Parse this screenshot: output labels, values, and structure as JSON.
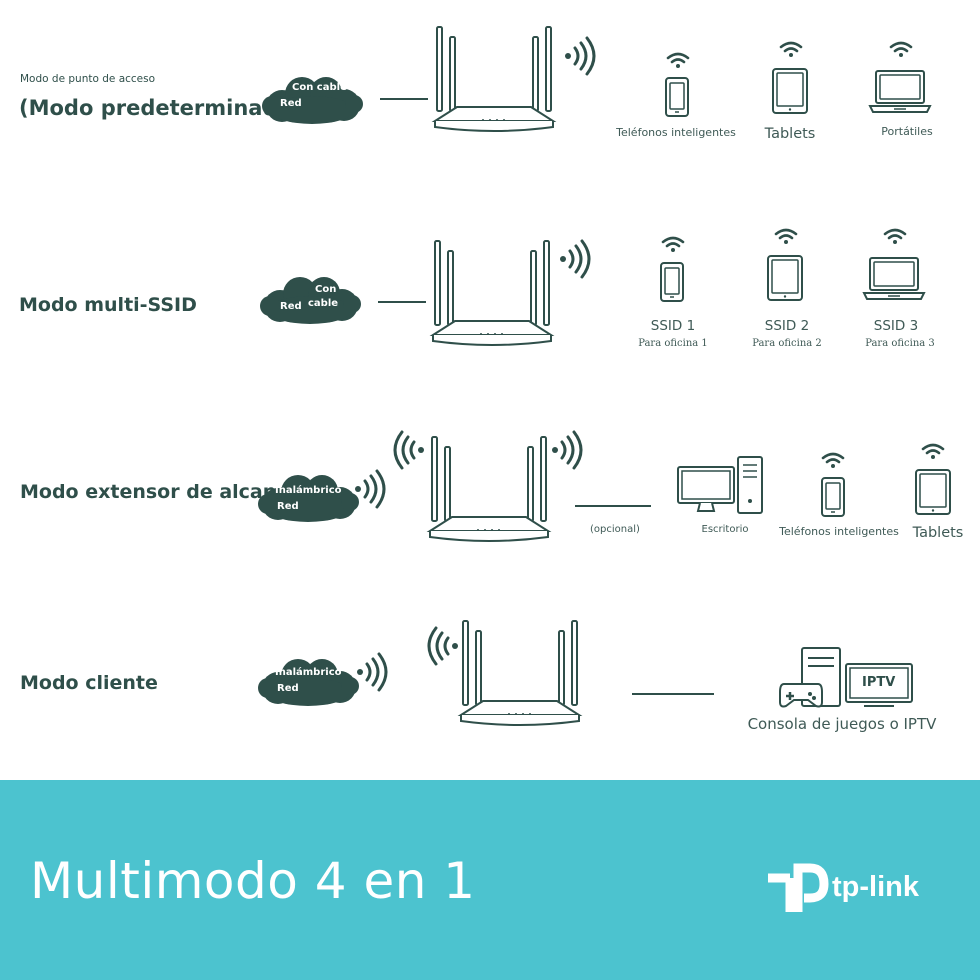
{
  "rows": {
    "ap": {
      "subtitle": "Modo de punto de acceso",
      "title": "(Modo predeterminado)",
      "cloud_line1": "Con cable",
      "cloud_line2": "Red",
      "devices": [
        "Teléfonos inteligentes",
        "Tablets",
        "Portátiles"
      ]
    },
    "multi_ssid": {
      "title": "Modo multi-SSID",
      "cloud_line1": "Con",
      "cloud_line2a": "Red",
      "cloud_line2b": "cable",
      "ssids": [
        {
          "name": "SSID 1",
          "sub": "Para oficina 1"
        },
        {
          "name": "SSID 2",
          "sub": "Para oficina 2"
        },
        {
          "name": "SSID 3",
          "sub": "Para oficina 3"
        }
      ]
    },
    "extender": {
      "title": "Modo extensor de alcance",
      "cloud_line1": "Inalámbrico",
      "cloud_line2": "Red",
      "optional": "(opcional)",
      "devices": [
        "Escritorio",
        "Teléfonos inteligentes",
        "Tablets"
      ]
    },
    "client": {
      "title": "Modo cliente",
      "cloud_line1": "Inalámbrico",
      "cloud_line2": "Red",
      "iptv_label": "IPTV",
      "device_label": "Consola de juegos o IPTV"
    }
  },
  "footer": {
    "title": "Multimodo 4 en 1",
    "brand": "tp-link"
  },
  "colors": {
    "ink": "#2f4f4a",
    "footer_bg": "#4cc3cf",
    "text_white": "#ffffff"
  },
  "icons": [
    "cloud-icon",
    "router-icon",
    "wifi-icon",
    "signal-wave-icon",
    "phone-icon",
    "tablet-icon",
    "laptop-icon",
    "desktop-icon",
    "game-console-icon",
    "tv-icon",
    "tp-link-logo-icon"
  ]
}
